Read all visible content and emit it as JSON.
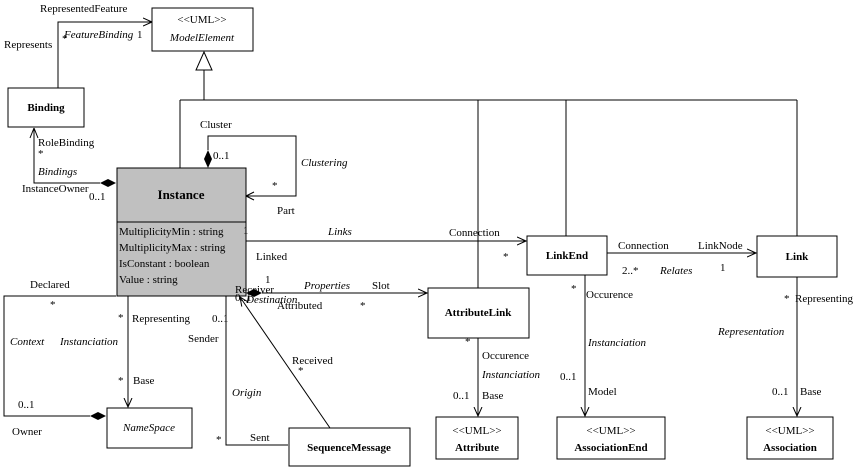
{
  "classes": {
    "model_element": {
      "stereotype": "<<UML>>",
      "name": "ModelElement"
    },
    "binding": {
      "name": "Binding"
    },
    "instance": {
      "name": "Instance",
      "attributes": [
        "MultiplicityMin : string",
        "MultiplicityMax : string",
        "IsConstant : boolean",
        "Value : string"
      ]
    },
    "link_end": {
      "name": "LinkEnd"
    },
    "link": {
      "name": "Link"
    },
    "attribute_link": {
      "name": "AttributeLink"
    },
    "namespace": {
      "name": "NameSpace"
    },
    "sequence_message": {
      "name": "SequenceMessage"
    },
    "attribute": {
      "stereotype": "<<UML>>",
      "name": "Attribute"
    },
    "association_end": {
      "stereotype": "<<UML>>",
      "name": "AssociationEnd"
    },
    "association": {
      "stereotype": "<<UML>>",
      "name": "Association"
    }
  },
  "labels": {
    "represented_feature": "RepresentedFeature",
    "represents": "Represents",
    "represents_mult": "*",
    "feature_binding": "FeatureBinding",
    "feature_binding_mult": "1",
    "role_binding": "RoleBinding",
    "role_binding_mult": "*",
    "bindings": "Bindings",
    "instance_owner": "InstanceOwner",
    "instance_owner_mult": "0..1",
    "cluster": "Cluster",
    "cluster_mult": "0..1",
    "clustering": "Clustering",
    "part": "Part",
    "part_mult": "*",
    "links": "Links",
    "connection": "Connection",
    "connection_mult": "*",
    "instance_links_mult": "1",
    "linked": "Linked",
    "linkend_connection": "Connection",
    "linkend_connection_mult": "2..*",
    "relates": "Relates",
    "link_node": "LinkNode",
    "link_node_mult": "1",
    "properties": "Properties",
    "slot": "Slot",
    "slot_mult": "*",
    "attributed_mult": "1",
    "receiver": "Receiver",
    "destination": "Destination",
    "attributed": "Attributed",
    "receiver_mult": "0..1",
    "declared": "Declared",
    "declared_mult": "*",
    "context": "Context",
    "instanciation_ns": "Instanciation",
    "representing_ns": "Representing",
    "representing_ns_mult": "*",
    "base_ns": "Base",
    "base_ns_mult": "*",
    "owner": "Owner",
    "owner_mult": "0..1",
    "sender": "Sender",
    "sender_mult": "0..1",
    "origin": "Origin",
    "sent": "Sent",
    "sent_mult": "*",
    "received": "Received",
    "received_mult": "*",
    "occurence_attr": "Occurence",
    "occurence_attr_mult": "*",
    "instanciation_attr": "Instanciation",
    "base_attr": "Base",
    "base_attr_mult": "0..1",
    "occurence_le": "Occurence",
    "occurence_le_mult": "*",
    "instanciation_le": "Instanciation",
    "model": "Model",
    "model_mult": "0..1",
    "representing_link": "Representing",
    "representing_link_mult": "*",
    "representation": "Representation",
    "base_link": "Base",
    "base_link_mult": "0..1"
  }
}
